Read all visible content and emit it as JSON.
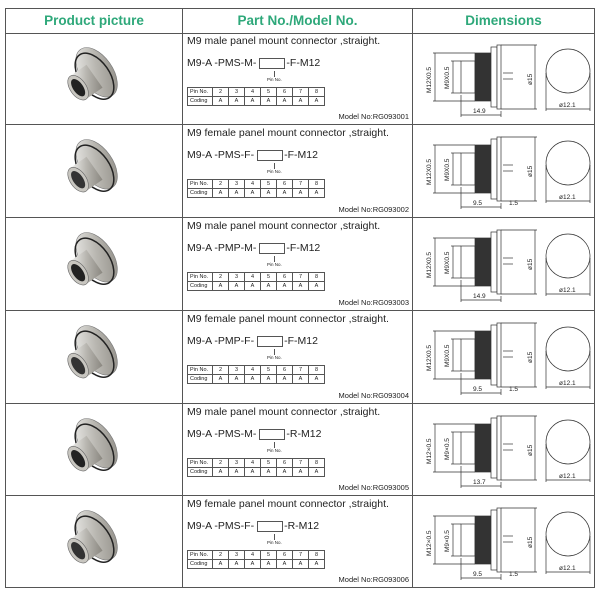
{
  "header": {
    "col1": "Product picture",
    "col2": "Part No./Model No.",
    "col3": "Dimensions",
    "color": "#2ea87a"
  },
  "rows": [
    {
      "description": "M9 male panel mount connector ,straight.",
      "part_prefix": "M9-A -PMS-M-",
      "part_suffix": "-F-M12",
      "pin_label": "Pin No.",
      "pin_row_label": "Pin No.",
      "pins": [
        "2",
        "3",
        "4",
        "5",
        "6",
        "7",
        "8"
      ],
      "coding_row_label": "Coding",
      "coding": [
        "A",
        "A",
        "A",
        "A",
        "A",
        "A",
        "A"
      ],
      "model_no": "Model No:RG093001",
      "picture": "male-connector-photo",
      "dims": {
        "thread_outer": "M12X0.5",
        "thread_inner": "M9X0.5",
        "diameter": "ø15",
        "length": "14.9",
        "front": "ø12.1"
      }
    },
    {
      "description": "M9 female panel mount connector ,straight.",
      "part_prefix": "M9-A -PMS-F-",
      "part_suffix": "-F-M12",
      "pin_label": "Pin No.",
      "pin_row_label": "Pin No.",
      "pins": [
        "2",
        "3",
        "4",
        "5",
        "6",
        "7",
        "8"
      ],
      "coding_row_label": "Coding",
      "coding": [
        "A",
        "A",
        "A",
        "A",
        "A",
        "A",
        "A"
      ],
      "model_no": "Model No:RG093002",
      "picture": "female-connector-photo",
      "dims": {
        "thread_outer": "M12X0.5",
        "thread_inner": "M9X0.5",
        "diameter": "ø15",
        "length": "9.5",
        "length2": "1.5",
        "front": "ø12.1"
      }
    },
    {
      "description": "M9 male panel mount connector ,straight.",
      "part_prefix": "M9-A -PMP-M-",
      "part_suffix": "-F-M12",
      "pin_label": "Pin No.",
      "pin_row_label": "Pin No.",
      "pins": [
        "2",
        "3",
        "4",
        "5",
        "6",
        "7",
        "8"
      ],
      "coding_row_label": "Coding",
      "coding": [
        "A",
        "A",
        "A",
        "A",
        "A",
        "A",
        "A"
      ],
      "model_no": "Model No:RG093003",
      "picture": "male-connector-pcb-photo",
      "dims": {
        "thread_outer": "M12X0.5",
        "thread_inner": "M9X0.5",
        "diameter": "ø15",
        "length": "14.9",
        "front": "ø12.1"
      }
    },
    {
      "description": "M9 female panel mount connector ,straight.",
      "part_prefix": "M9-A -PMP-F-",
      "part_suffix": "-F-M12",
      "pin_label": "Pin No.",
      "pin_row_label": "Pin No.",
      "pins": [
        "2",
        "3",
        "4",
        "5",
        "6",
        "7",
        "8"
      ],
      "coding_row_label": "Coding",
      "coding": [
        "A",
        "A",
        "A",
        "A",
        "A",
        "A",
        "A"
      ],
      "model_no": "Model No:RG093004",
      "picture": "female-connector-pcb-photo",
      "dims": {
        "thread_outer": "M12X0.5",
        "thread_inner": "M9X0.5",
        "diameter": "ø15",
        "length": "9.5",
        "length2": "1.5",
        "front": "ø12.1"
      }
    },
    {
      "description": "M9 male panel mount connector ,straight.",
      "part_prefix": "M9-A -PMS-M-",
      "part_suffix": "-R-M12",
      "pin_label": "Pin No.",
      "pin_row_label": "Pin No.",
      "pins": [
        "2",
        "3",
        "4",
        "5",
        "6",
        "7",
        "8"
      ],
      "coding_row_label": "Coding",
      "coding": [
        "A",
        "A",
        "A",
        "A",
        "A",
        "A",
        "A"
      ],
      "model_no": "Model No:RG093005",
      "picture": "male-rear-connector-photo",
      "dims": {
        "thread_outer": "M12×0.5",
        "thread_inner": "M9×0.5",
        "diameter": "ø15",
        "length": "13.7",
        "front": "ø12.1"
      }
    },
    {
      "description": "M9 female panel mount connector ,straight.",
      "part_prefix": "M9-A -PMS-F-",
      "part_suffix": "-R-M12",
      "pin_label": "Pin No.",
      "pin_row_label": "Pin No.",
      "pins": [
        "2",
        "3",
        "4",
        "5",
        "6",
        "7",
        "8"
      ],
      "coding_row_label": "Coding",
      "coding": [
        "A",
        "A",
        "A",
        "A",
        "A",
        "A",
        "A"
      ],
      "model_no": "Model No:RG093006",
      "picture": "female-rear-connector-photo",
      "dims": {
        "thread_outer": "M12×0.5",
        "thread_inner": "M9×0.5",
        "diameter": "ø15",
        "length": "9.5",
        "length2": "1.5",
        "front": "ø12.1"
      }
    }
  ]
}
